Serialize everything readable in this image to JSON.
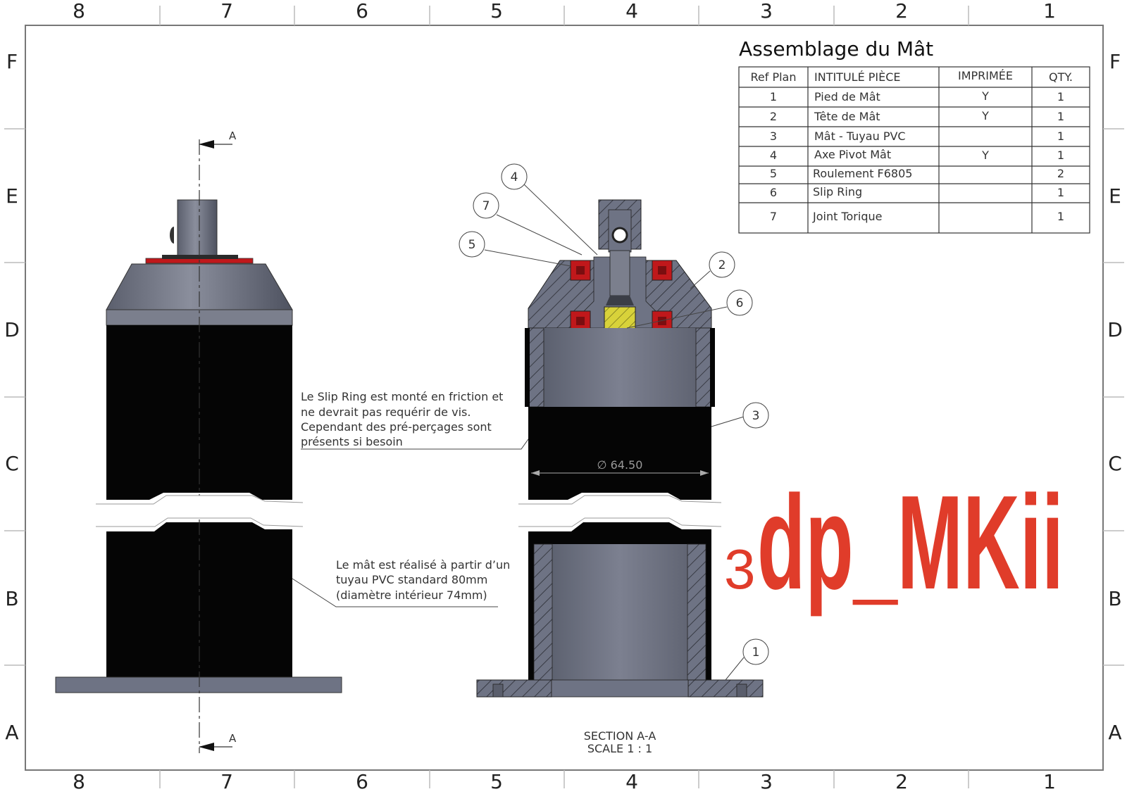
{
  "border": {
    "columns": [
      "8",
      "7",
      "6",
      "5",
      "4",
      "3",
      "2",
      "1"
    ],
    "rows": [
      "F",
      "E",
      "D",
      "C",
      "B",
      "A"
    ]
  },
  "bom": {
    "title": "Assemblage du Mât",
    "headers": [
      "Ref Plan",
      "INTITULÉ PIÈCE",
      "IMPRIMÉE",
      "QTY."
    ],
    "rows": [
      {
        "ref": "1",
        "name": "Pied de Mât",
        "printed": "Y",
        "qty": "1"
      },
      {
        "ref": "2",
        "name": "Tête de Mât",
        "printed": "Y",
        "qty": "1"
      },
      {
        "ref": "3",
        "name": "Mât - Tuyau PVC",
        "printed": "",
        "qty": "1"
      },
      {
        "ref": "4",
        "name": "Axe Pivot Mât",
        "printed": "Y",
        "qty": "1"
      },
      {
        "ref": "5",
        "name": "Roulement F6805",
        "printed": "",
        "qty": "2"
      },
      {
        "ref": "6",
        "name": "Slip Ring",
        "printed": "",
        "qty": "1"
      },
      {
        "ref": "7",
        "name": "Joint Torique",
        "printed": "",
        "qty": "1"
      }
    ]
  },
  "section_marker": "A",
  "notes": {
    "slip_ring": [
      "Le Slip Ring est monté en friction et",
      "ne devrait pas requérir de vis.",
      "Cependant des pré-perçages sont",
      "présents si besoin"
    ],
    "mast": [
      "Le mât est réalisé à partir d’un",
      "tuyau PVC standard 80mm",
      "(diamètre intérieur 74mm)"
    ]
  },
  "dimension": "∅ 64.50",
  "section_label": {
    "line1": "SECTION A-A",
    "line2": "SCALE 1 : 1"
  },
  "balloons": [
    "1",
    "2",
    "3",
    "4",
    "5",
    "6",
    "7"
  ],
  "logo": {
    "prefix": "3",
    "text": "dp_MKii",
    "color": "#e03c2a"
  },
  "colors": {
    "body_gray": "#6e7384",
    "tube_black": "#050505",
    "bearing_red": "#c0181b",
    "slip_ring_yellow": "#d8d23a",
    "frame": "#666666"
  }
}
